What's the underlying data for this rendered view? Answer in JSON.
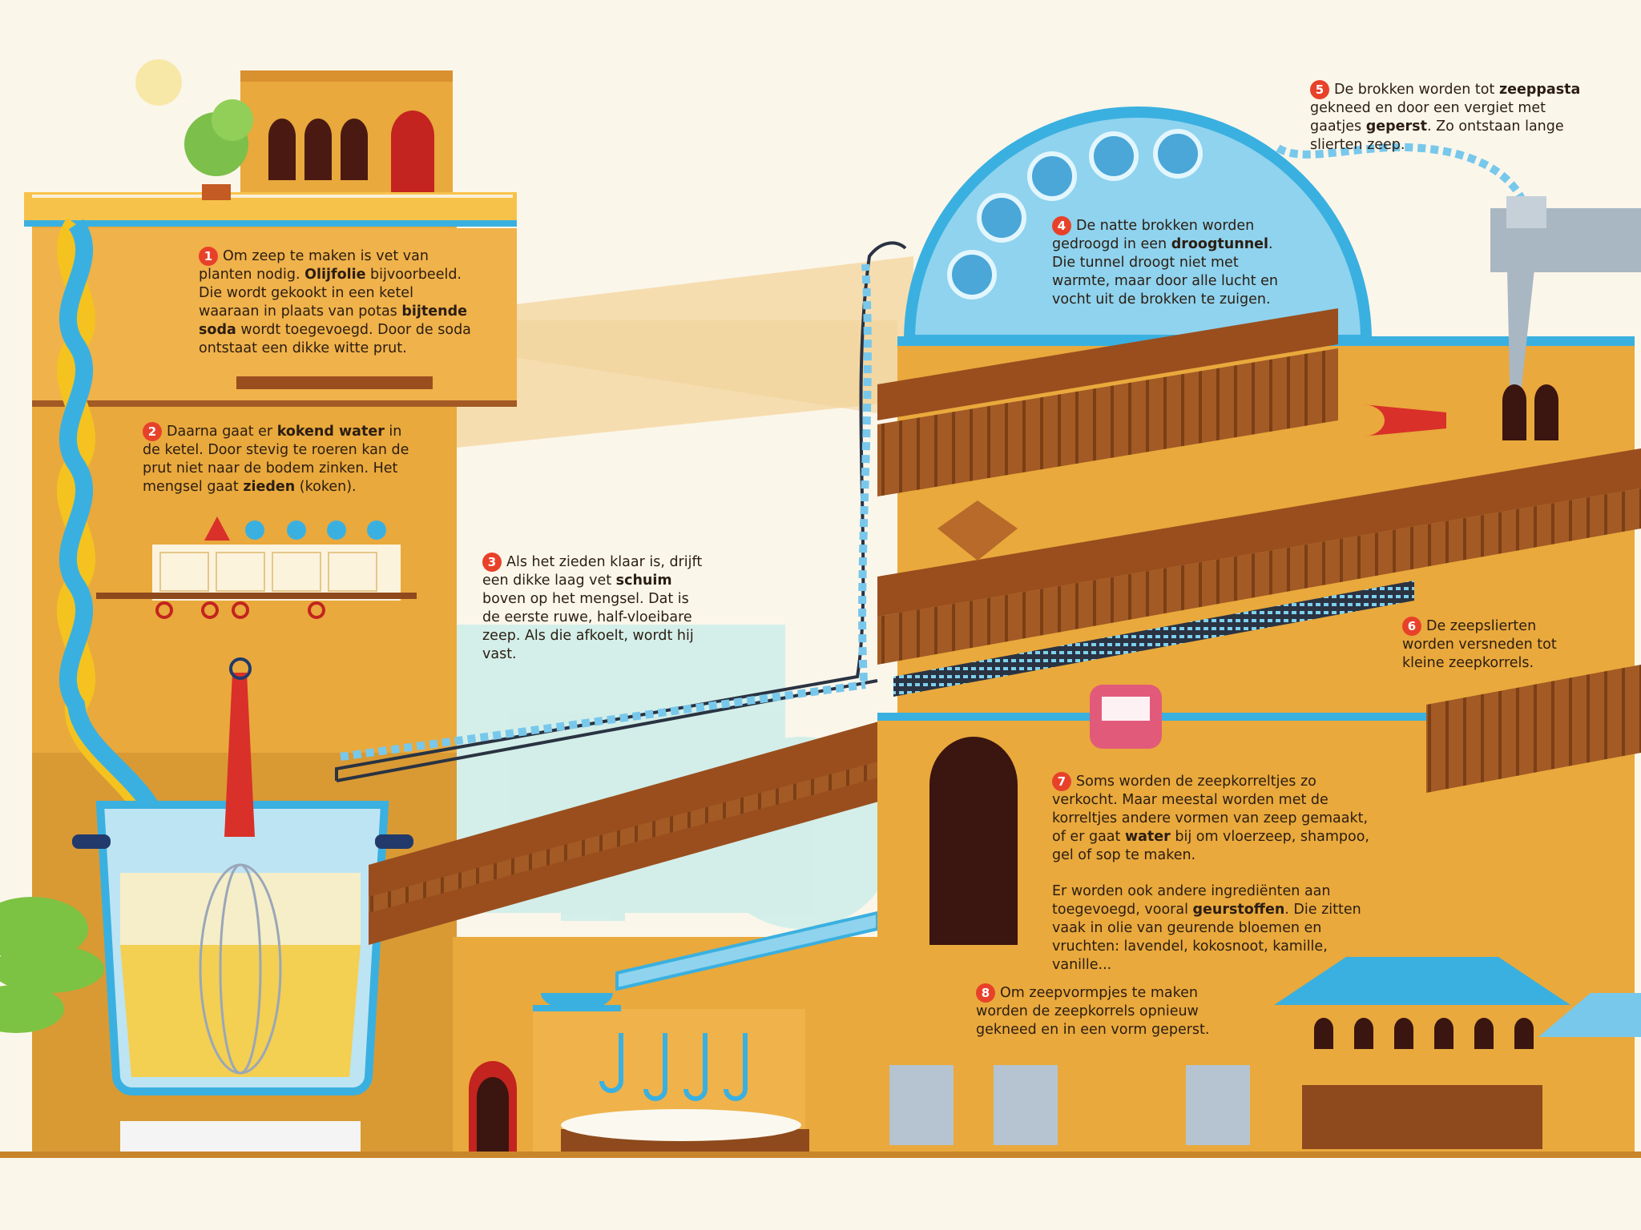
{
  "colors": {
    "background": "#fbf6ea",
    "wall": "#e9a93c",
    "wall_dark": "#c9852a",
    "brown": "#8e4a1c",
    "blue": "#3ab0e0",
    "red": "#d9302a",
    "yellow": "#f4c320",
    "step_badge": "#e8412a"
  },
  "steps": [
    {
      "number": "1",
      "segments": [
        {
          "t": "Om zeep te maken is vet van planten nodig. ",
          "b": false
        },
        {
          "t": "Olijfolie",
          "b": true
        },
        {
          "t": " bijvoorbeeld. Die wordt gekookt in een ketel waaraan in plaats van potas ",
          "b": false
        },
        {
          "t": "bijtende soda",
          "b": true
        },
        {
          "t": " wordt toegevoegd. Door de soda ontstaat een dikke witte prut.",
          "b": false
        }
      ]
    },
    {
      "number": "2",
      "segments": [
        {
          "t": "Daarna gaat er ",
          "b": false
        },
        {
          "t": "kokend water",
          "b": true
        },
        {
          "t": " in de ketel. Door stevig te roeren kan de prut niet naar de bodem zinken. Het mengsel gaat ",
          "b": false
        },
        {
          "t": "zieden",
          "b": true
        },
        {
          "t": " (koken).",
          "b": false
        }
      ]
    },
    {
      "number": "3",
      "segments": [
        {
          "t": "Als het zieden klaar is, drijft een dikke laag vet ",
          "b": false
        },
        {
          "t": "schuim",
          "b": true
        },
        {
          "t": " boven op het mengsel. Dat is de eerste ruwe, half-vloeibare zeep. Als die afkoelt, wordt hij vast.",
          "b": false
        }
      ]
    },
    {
      "number": "4",
      "segments": [
        {
          "t": "De natte brokken worden gedroogd in een ",
          "b": false
        },
        {
          "t": "droogtunnel",
          "b": true
        },
        {
          "t": ". Die tunnel droogt niet met warmte, maar door alle lucht en vocht uit de brokken te zuigen.",
          "b": false
        }
      ]
    },
    {
      "number": "5",
      "segments": [
        {
          "t": "De brokken worden tot ",
          "b": false
        },
        {
          "t": "zeeppasta",
          "b": true
        },
        {
          "t": " gekneed en door een vergiet met gaatjes ",
          "b": false
        },
        {
          "t": "geperst",
          "b": true
        },
        {
          "t": ". Zo ontstaan lange slierten zeep.",
          "b": false
        }
      ]
    },
    {
      "number": "6",
      "segments": [
        {
          "t": "De zeepslierten worden versneden tot kleine zeepkorrels.",
          "b": false
        }
      ]
    },
    {
      "number": "7",
      "segments": [
        {
          "t": "Soms worden de zeepkorreltjes zo verkocht. Maar meestal worden met de korreltjes andere vormen van zeep gemaakt, of er gaat ",
          "b": false
        },
        {
          "t": "water",
          "b": true
        },
        {
          "t": " bij om vloerzeep, shampoo, gel of sop te maken.",
          "b": false
        }
      ],
      "segments2": [
        {
          "t": "Er worden ook andere ingrediënten aan toegevoegd, vooral ",
          "b": false
        },
        {
          "t": "geurstoffen",
          "b": true
        },
        {
          "t": ". Die zitten vaak in olie van geurende bloemen en vruchten: lavendel, kokosnoot, kamille, vanille...",
          "b": false
        }
      ]
    },
    {
      "number": "8",
      "segments": [
        {
          "t": "Om zeepvormpjes te maken worden de zeepkorrels opnieuw gekneed en in een vorm geperst.",
          "b": false
        }
      ]
    }
  ]
}
